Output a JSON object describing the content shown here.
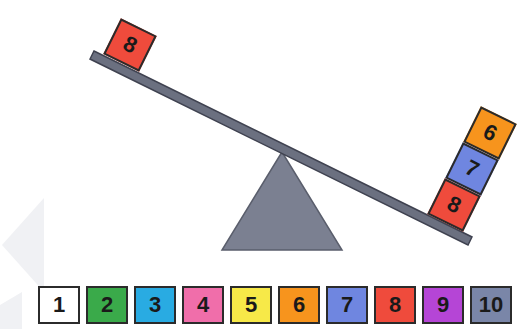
{
  "diagram": {
    "nodes": [
      {
        "text": [
          "8"
        ]
      },
      {
        "text": [
          "6"
        ]
      },
      {
        "text": [
          "7"
        ]
      },
      {
        "text": [
          "8"
        ]
      },
      {
        "text": [
          "1"
        ]
      },
      {
        "text": [
          "2"
        ]
      },
      {
        "text": [
          "3"
        ]
      },
      {
        "text": [
          "4"
        ]
      },
      {
        "text": [
          "5"
        ]
      },
      {
        "text": [
          "6"
        ]
      },
      {
        "text": [
          "7"
        ]
      },
      {
        "text": [
          "8"
        ]
      },
      {
        "text": [
          "9"
        ]
      },
      {
        "text": [
          "10"
        ]
      }
    ]
  }
}
